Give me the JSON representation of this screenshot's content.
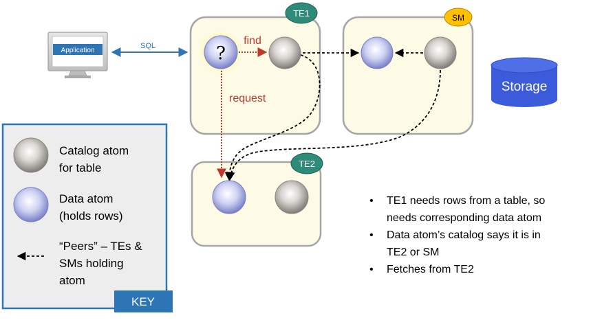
{
  "application": {
    "label": "Application"
  },
  "link": {
    "label": "SQL"
  },
  "nodes": {
    "te1": {
      "badge": "TE1",
      "find_label": "find",
      "request_label": "request",
      "query_mark": "?"
    },
    "sm": {
      "badge": "SM"
    },
    "te2": {
      "badge": "TE2"
    },
    "storage": {
      "label": "Storage"
    }
  },
  "key": {
    "badge": "KEY",
    "catalog": {
      "line1": "Catalog atom",
      "line2": "for table"
    },
    "data": {
      "line1": "Data atom",
      "line2": "(holds rows)"
    },
    "peers": {
      "line1": "“Peers” – TEs &",
      "line2": "SMs holding",
      "line3": "atom"
    }
  },
  "notes": {
    "bullets": [
      {
        "line1": "TE1 needs rows from a table, so",
        "line2": "needs corresponding data atom"
      },
      {
        "line1": "Data atom’s catalog says it is in",
        "line2": "TE2 or SM"
      },
      {
        "line1": "Fetches from TE2",
        "line2": ""
      }
    ]
  },
  "colors": {
    "box_fill": "#fdfbe6",
    "box_stroke": "#a6a6a6",
    "te_badge": "#2e8b7a",
    "sm_badge": "#ffc000",
    "storage": "#3b5bdb",
    "red_arrow": "#c0392b",
    "sql_arrow": "#2e75b6",
    "app_blue": "#2e75b6"
  }
}
